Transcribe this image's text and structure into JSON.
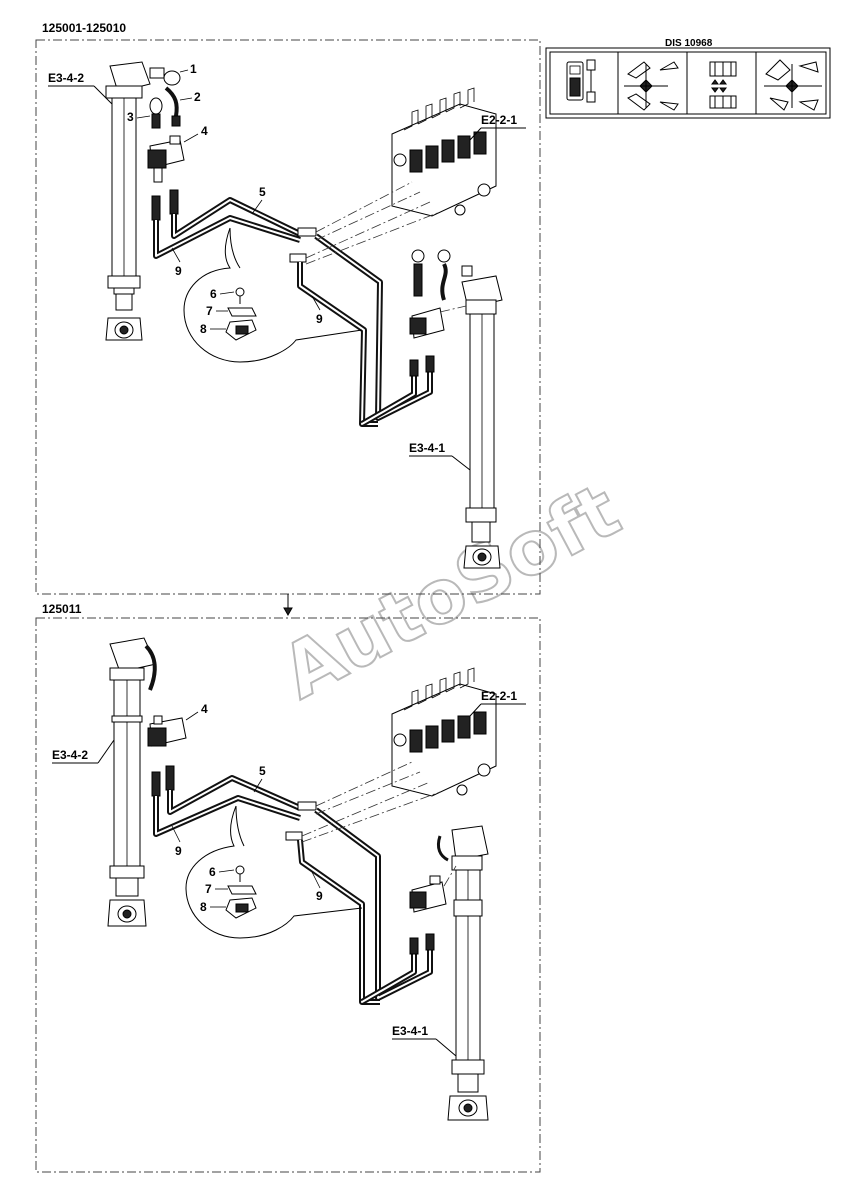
{
  "header": {
    "doc_id": "DIS 10968"
  },
  "sections": [
    {
      "serial_range": "125001-125010"
    },
    {
      "serial_range": "125011"
    }
  ],
  "refs": {
    "cyl_left": "E3-4-2",
    "valve": "E2-2-1",
    "cyl_right": "E3-4-1"
  },
  "callouts": {
    "n1": "1",
    "n2": "2",
    "n3": "3",
    "n4": "4",
    "n5": "5",
    "n6": "6",
    "n7": "7",
    "n8": "8",
    "n9": "9"
  },
  "icons": [
    "machine-control-icon",
    "boom-swing-left-icon",
    "pattern-switch-icon",
    "boom-swing-right-icon"
  ],
  "watermark": "AutoSoft",
  "colors": {
    "ink": "#000000",
    "watermark": "#b9b9b9",
    "background": "#ffffff"
  }
}
